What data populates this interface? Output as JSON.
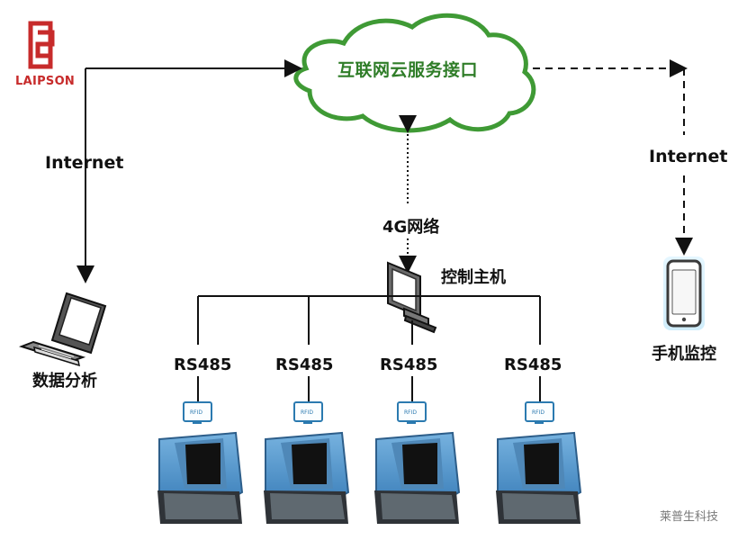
{
  "logo": {
    "brand_text": "LAIPSON",
    "color": "#c72b2b"
  },
  "cloud": {
    "label": "互联网云服务接口",
    "color": "#2f7d28"
  },
  "connections": {
    "left_label": "Internet",
    "right_label": "Internet",
    "network_label": "4G网络"
  },
  "host": {
    "label": "控制主机",
    "icon": "monitor-icon"
  },
  "analysis": {
    "label": "数据分析",
    "icon": "laptop-icon"
  },
  "phone": {
    "label": "手机监控",
    "icon": "smartphone-icon"
  },
  "units": [
    {
      "bus_label": "RS485",
      "reader_label": "RFID"
    },
    {
      "bus_label": "RS485",
      "reader_label": "RFID"
    },
    {
      "bus_label": "RS485",
      "reader_label": "RFID"
    },
    {
      "bus_label": "RS485",
      "reader_label": "RFID"
    }
  ],
  "footer": {
    "brand_text": "莱普生科技"
  },
  "colors": {
    "line": "#111111",
    "cloud": "#2f7d28",
    "feeder": "#4f94c8",
    "rfid": "#2b7ab0",
    "brand": "#c72b2b"
  }
}
